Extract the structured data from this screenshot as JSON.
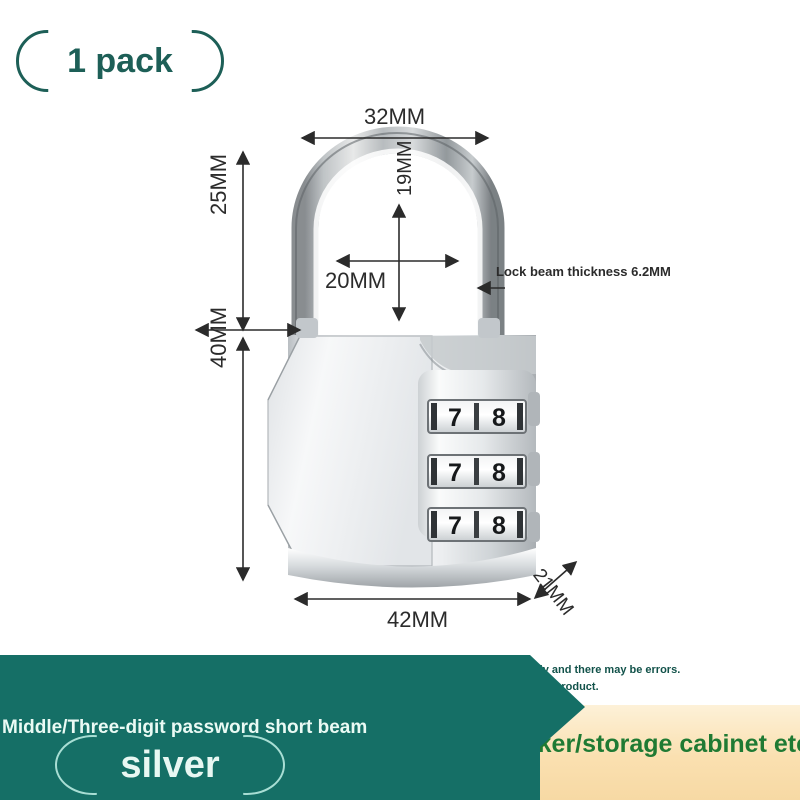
{
  "badge": {
    "pack_label": "1 pack",
    "accent_color": "#1d5f57"
  },
  "product": {
    "type": "combination-padlock",
    "dial_rows": [
      {
        "digits": [
          "7",
          "8"
        ]
      },
      {
        "digits": [
          "7",
          "8"
        ]
      },
      {
        "digits": [
          "7",
          "8"
        ]
      }
    ]
  },
  "dimensions": {
    "shackle_width": "32MM",
    "shackle_height": "25MM",
    "body_height": "40MM",
    "clearance_height": "19MM",
    "clearance_width": "20MM",
    "body_width": "42MM",
    "body_depth": "21MM",
    "beam_thickness": "Lock beam thickness 6.2MM"
  },
  "disclaimer": {
    "line1": "The dimensions are measured manually and there may be errors.",
    "line2": "Please refer to the actual product."
  },
  "footer": {
    "variant_description": "Middle/Three-digit password short beam",
    "color_label": "silver",
    "use_cases": "suitcase/backpack/locker/storage cabinet etc",
    "teal_color": "#156f66",
    "use_case_color": "#1f7a33"
  }
}
